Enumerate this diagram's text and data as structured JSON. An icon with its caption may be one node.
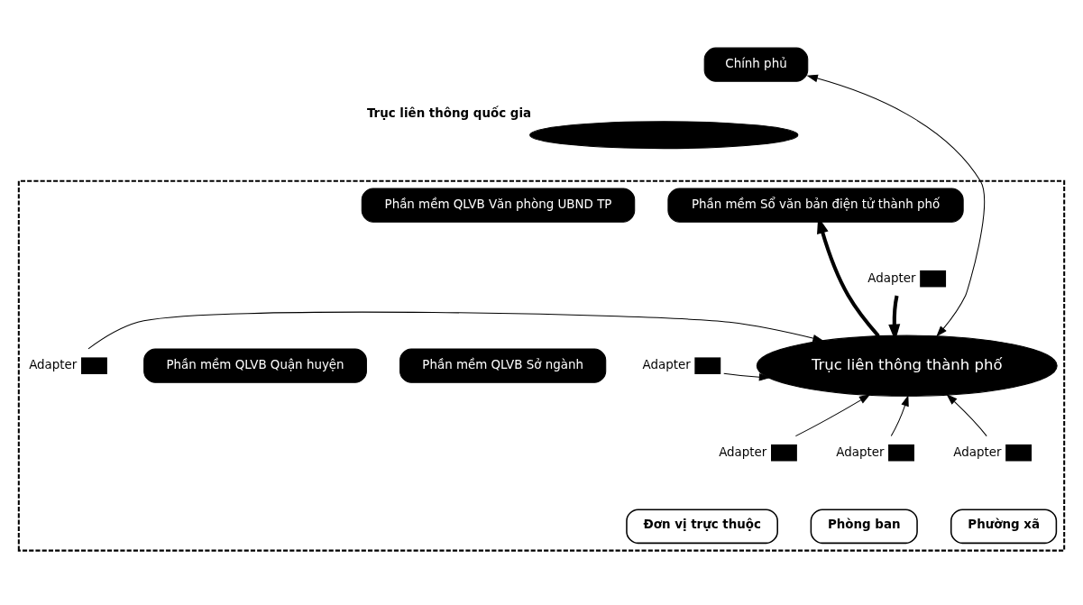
{
  "diagram": {
    "nodes": [
      {
        "text": [
          "Chính phủ"
        ]
      },
      {
        "text": [
          "Trục liên thông quốc gia"
        ]
      },
      {
        "text": [],
        "shape": "box"
      },
      {
        "text": [
          "Phần mềm QLVB Văn phòng UBND TP"
        ],
        "in": 2
      },
      {
        "text": [
          "Phần mềm Sổ văn bản điện tử thành phố"
        ],
        "in": 2
      },
      {
        "text": [],
        "shape": "box",
        "beside": [
          "Adapter"
        ],
        "in": 2
      },
      {
        "text": [],
        "shape": "box",
        "beside": [
          "Adapter"
        ],
        "in": 2
      },
      {
        "text": [
          "Phần mềm QLVB Sở ngành"
        ],
        "in": 2
      },
      {
        "text": [
          "Trục liên thông thành phố"
        ],
        "in": 2
      },
      {
        "text": [],
        "shape": "box",
        "beside": [
          "Adapter"
        ],
        "in": 2
      },
      {
        "text": [
          "Phần mềm QLVB Quận huyện"
        ],
        "in": 2
      },
      {
        "text": [],
        "shape": "box",
        "beside": [
          "Adapter"
        ],
        "in": 2
      },
      {
        "text": [
          "Đơn vị trực thuộc"
        ],
        "in": 2
      },
      {
        "text": [],
        "shape": "box",
        "beside": [
          "Adapter"
        ],
        "in": 2
      },
      {
        "text": [],
        "shape": "box",
        "beside": [
          "Adapter"
        ],
        "in": 2
      },
      {
        "text": [
          "Phòng ban"
        ],
        "in": 2
      },
      {
        "text": [
          "Phường xã"
        ],
        "in": 2
      }
    ],
    "edges": [
      {
        "from": 0,
        "to": 8,
        "arrow": "both"
      },
      {
        "from": 5,
        "to": 8,
        "arrow": "to",
        "style": "thick"
      },
      {
        "from": 8,
        "to": 4,
        "arrow": "to",
        "style": "thick"
      },
      {
        "from": 6,
        "to": 8,
        "arrow": "to"
      },
      {
        "from": 9,
        "to": 8,
        "arrow": "to"
      },
      {
        "from": 11,
        "to": 8,
        "arrow": "to"
      },
      {
        "from": 13,
        "to": 8,
        "arrow": "to"
      },
      {
        "from": 14,
        "to": 8,
        "arrow": "to"
      }
    ]
  }
}
